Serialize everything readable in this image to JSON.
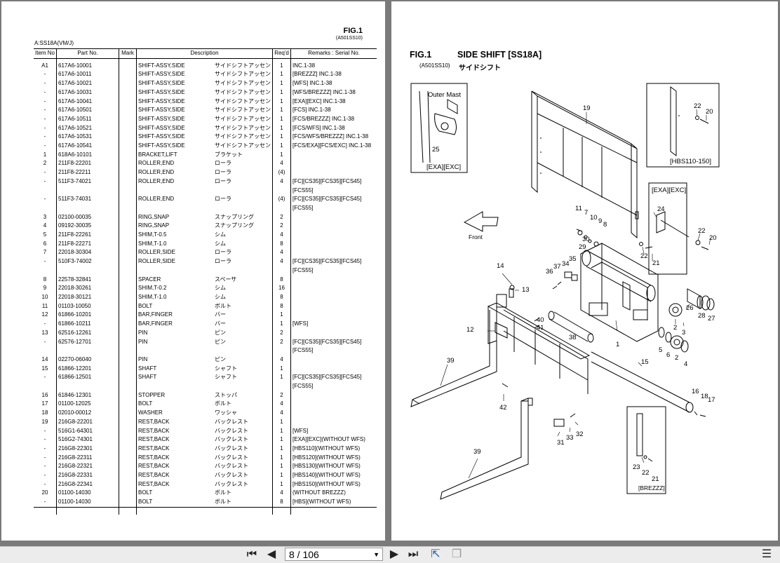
{
  "left_page": {
    "fig": "FIG.1",
    "fig_code": "(A501SS10)",
    "model_code": "A:SS18A(VM/J)",
    "headers": [
      "Item No",
      "Part No.",
      "Mark",
      "Description",
      "Req'd",
      "Remarks : Serial No."
    ],
    "rows": [
      [
        "A1",
        "617A6-10001",
        "",
        "SHIFT-ASSY,SIDE",
        "サイドシフトアッセン",
        "1",
        "INC.1-38"
      ],
      [
        "-",
        "617A6-10011",
        "",
        "SHIFT-ASSY,SIDE",
        "サイドシフトアッセン",
        "1",
        "[BREZZZ] INC.1-38"
      ],
      [
        "-",
        "617A6-10021",
        "",
        "SHIFT-ASSY,SIDE",
        "サイドシフトアッセン",
        "1",
        "[WFS] INC.1-38"
      ],
      [
        "-",
        "617A6-10031",
        "",
        "SHIFT-ASSY,SIDE",
        "サイドシフトアッセン",
        "1",
        "[WFS/BREZZZ] INC.1-38"
      ],
      [
        "-",
        "617A6-10041",
        "",
        "SHIFT-ASSY,SIDE",
        "サイドシフトアッセン",
        "1",
        "[EXA][EXC] INC.1-38"
      ],
      [
        "-",
        "617A6-10501",
        "",
        "SHIFT-ASSY,SIDE",
        "サイドシフトアッセン",
        "1",
        "[FCS] INC.1-38"
      ],
      [
        "-",
        "617A6-10511",
        "",
        "SHIFT-ASSY,SIDE",
        "サイドシフトアッセン",
        "1",
        "[FCS/BREZZZ] INC.1-38"
      ],
      [
        "-",
        "617A6-10521",
        "",
        "SHIFT-ASSY,SIDE",
        "サイドシフトアッセン",
        "1",
        "[FCS/WFS] INC.1-38"
      ],
      [
        "-",
        "617A6-10531",
        "",
        "SHIFT-ASSY,SIDE",
        "サイドシフトアッセン",
        "1",
        "[FCS/WFS/BREZZZ] INC.1-38"
      ],
      [
        "-",
        "617A6-10541",
        "",
        "SHIFT-ASSY,SIDE",
        "サイドシフトアッセン",
        "1",
        "[FCS/EXA][FCS/EXC] INC.1-38"
      ],
      [
        "1",
        "618A6-10101",
        "",
        "BRACKET,LIFT",
        "ブラケット",
        "1",
        ""
      ],
      [
        "2",
        "211F8-22201",
        "",
        "ROLLER,END",
        "ローラ",
        "4",
        ""
      ],
      [
        "-",
        "211F8-22211",
        "",
        "ROLLER,END",
        "ローラ",
        "(4)",
        ""
      ],
      [
        "-",
        "511F3-74021",
        "",
        "ROLLER,END",
        "ローラ",
        "4",
        "[FC][CS35][FCS35][FCS45]"
      ],
      [
        "",
        "",
        "",
        "",
        "",
        "",
        "[FCS55]"
      ],
      [
        "-",
        "511F3-74031",
        "",
        "ROLLER,END",
        "ローラ",
        "(4)",
        "[FC][CS35][FCS35][FCS45]"
      ],
      [
        "",
        "",
        "",
        "",
        "",
        "",
        "[FCS55]"
      ],
      [
        "3",
        "02100-00035",
        "",
        "RING,SNAP",
        "スナップリング",
        "2",
        ""
      ],
      [
        "4",
        "09192-30035",
        "",
        "RING,SNAP",
        "スナップリング",
        "2",
        ""
      ],
      [
        "5",
        "211F8-22261",
        "",
        "SHIM,T-0.5",
        "シム",
        "4",
        ""
      ],
      [
        "6",
        "211F8-22271",
        "",
        "SHIM,T-1.0",
        "シム",
        "8",
        ""
      ],
      [
        "7",
        "22018-30304",
        "",
        "ROLLER,SIDE",
        "ローラ",
        "4",
        ""
      ],
      [
        "-",
        "510F3-74002",
        "",
        "ROLLER,SIDE",
        "ローラ",
        "4",
        "[FC][CS35][FCS35][FCS45]"
      ],
      [
        "",
        "",
        "",
        "",
        "",
        "",
        "[FCS55]"
      ],
      [
        "8",
        "22578-32841",
        "",
        "SPACER",
        "スペーサ",
        "8",
        ""
      ],
      [
        "9",
        "22018-30261",
        "",
        "SHIM,T-0.2",
        "シム",
        "16",
        ""
      ],
      [
        "10",
        "22018-30121",
        "",
        "SHIM,T-1.0",
        "シム",
        "8",
        ""
      ],
      [
        "11",
        "01103-10050",
        "",
        "BOLT",
        "ボルト",
        "8",
        ""
      ],
      [
        "12",
        "61866-10201",
        "",
        "BAR,FINGER",
        "バー",
        "1",
        ""
      ],
      [
        "-",
        "61866-10211",
        "",
        "BAR,FINGER",
        "バー",
        "1",
        "[WFS]"
      ],
      [
        "13",
        "62516-12261",
        "",
        "PIN",
        "ピン",
        "2",
        ""
      ],
      [
        "-",
        "62576-12701",
        "",
        "PIN",
        "ピン",
        "2",
        "[FC][CS35][FCS35][FCS45]"
      ],
      [
        "",
        "",
        "",
        "",
        "",
        "",
        "[FCS55]"
      ],
      [
        "14",
        "02270-06040",
        "",
        "PIN",
        "ピン",
        "4",
        ""
      ],
      [
        "15",
        "61866-12201",
        "",
        "SHAFT",
        "シャフト",
        "1",
        ""
      ],
      [
        "-",
        "61866-12501",
        "",
        "SHAFT",
        "シャフト",
        "1",
        "[FC][CS35][FCS35][FCS45]"
      ],
      [
        "",
        "",
        "",
        "",
        "",
        "",
        "[FCS55]"
      ],
      [
        "16",
        "61846-12301",
        "",
        "STOPPER",
        "ストッパ",
        "2",
        ""
      ],
      [
        "17",
        "01100-12025",
        "",
        "BOLT",
        "ボルト",
        "4",
        ""
      ],
      [
        "18",
        "02010-00012",
        "",
        "WASHER",
        "ワッシャ",
        "4",
        ""
      ],
      [
        "19",
        "216G8-22201",
        "",
        "REST,BACK",
        "バックレスト",
        "1",
        ""
      ],
      [
        "-",
        "516G1-64301",
        "",
        "REST,BACK",
        "バックレスト",
        "1",
        "[WFS]"
      ],
      [
        "-",
        "516G2-74301",
        "",
        "REST,BACK",
        "バックレスト",
        "1",
        "[EXA][EXC](WITHOUT WFS)"
      ],
      [
        "-",
        "216G8-22301",
        "",
        "REST,BACK",
        "バックレスト",
        "1",
        "[HBS110](WITHOUT WFS)"
      ],
      [
        "-",
        "216G8-22311",
        "",
        "REST,BACK",
        "バックレスト",
        "1",
        "[HBS120](WITHOUT WFS)"
      ],
      [
        "-",
        "216G8-22321",
        "",
        "REST,BACK",
        "バックレスト",
        "1",
        "[HBS130](WITHOUT WFS)"
      ],
      [
        "-",
        "216G8-22331",
        "",
        "REST,BACK",
        "バックレスト",
        "1",
        "[HBS140](WITHOUT WFS)"
      ],
      [
        "-",
        "216G8-22341",
        "",
        "REST,BACK",
        "バックレスト",
        "1",
        "[HBS150](WITHOUT WFS)"
      ],
      [
        "20",
        "01100-14030",
        "",
        "BOLT",
        "ボルト",
        "4",
        "(WITHOUT BREZZZ)"
      ],
      [
        "-",
        "01100-14030",
        "",
        "BOLT",
        "ボルト",
        "8",
        "[HBS](WITHOUT WFS)"
      ]
    ]
  },
  "right_page": {
    "fig": "FIG.1",
    "title": "SIDE SHIFT [SS18A]",
    "code": "(A501SS10)",
    "title_jp": "サイドシフト",
    "labels": {
      "outer_mast": "Outer Mast",
      "exa_exc_1": "[EXA][EXC]",
      "exa_exc_2": "[EXA][EXC]",
      "hbs": "[HBS110-150]",
      "brezzz": "[BREZZZ]",
      "front": "Front"
    },
    "callouts": {
      "n1": "1",
      "n2a": "2",
      "n2b": "2",
      "n3": "3",
      "n4": "4",
      "n5": "5",
      "n6": "6",
      "n7": "7",
      "n8": "8",
      "n9": "9",
      "n10": "10",
      "n11": "11",
      "n12": "12",
      "n13": "13",
      "n14": "14",
      "n15": "15",
      "n16": "16",
      "n17": "17",
      "n18": "18",
      "n19": "19",
      "n20a": "20",
      "n20b": "20",
      "n21a": "21",
      "n21b": "21",
      "n22a": "22",
      "n22b": "22",
      "n22c": "22",
      "n22d": "22",
      "n23": "23",
      "n24": "24",
      "n25": "25",
      "n26": "26",
      "n27": "27",
      "n28": "28",
      "n29": "29",
      "n30": "30",
      "n31": "31",
      "n32": "32",
      "n33": "33",
      "n34": "34",
      "n35": "35",
      "n36": "36",
      "n37": "37",
      "n38": "38",
      "n39a": "39",
      "n39b": "39",
      "n40": "40",
      "n41": "41",
      "n42": "42"
    }
  },
  "toolbar": {
    "page_display": "8 / 106",
    "first_icon": "first-page-icon",
    "prev_icon": "prev-page-icon",
    "next_icon": "next-page-icon",
    "last_icon": "last-page-icon"
  }
}
